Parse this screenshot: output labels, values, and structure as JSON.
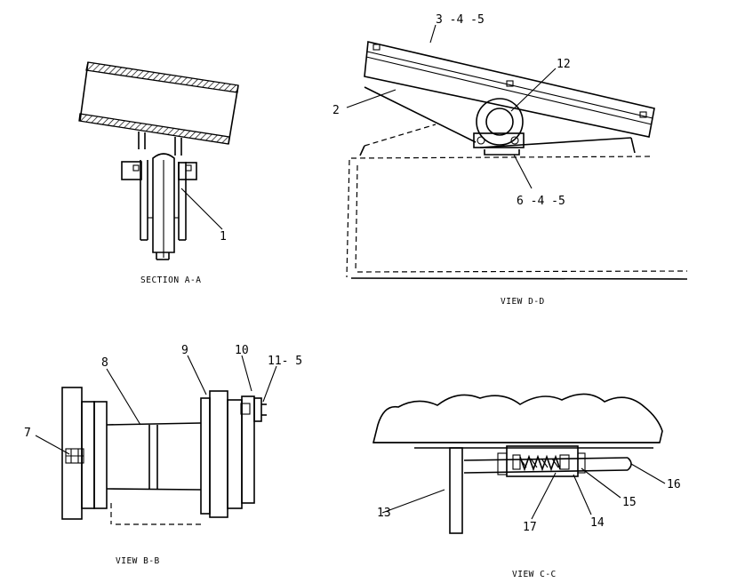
{
  "captions": {
    "section_aa": "SECTION  A-A",
    "view_dd": "VIEW  D-D",
    "view_bb": "VIEW  B-B",
    "view_cc": "VIEW  C-C"
  },
  "callouts": {
    "c1": "1",
    "c2": "2",
    "c345": "3 -4  -5",
    "c12": "12",
    "c645": "6 -4  -5",
    "c7": "7",
    "c8": "8",
    "c9": "9",
    "c10": "10",
    "c115": "11- 5",
    "c13": "13",
    "c14": "14",
    "c15": "15",
    "c16": "16",
    "c17": "17"
  }
}
